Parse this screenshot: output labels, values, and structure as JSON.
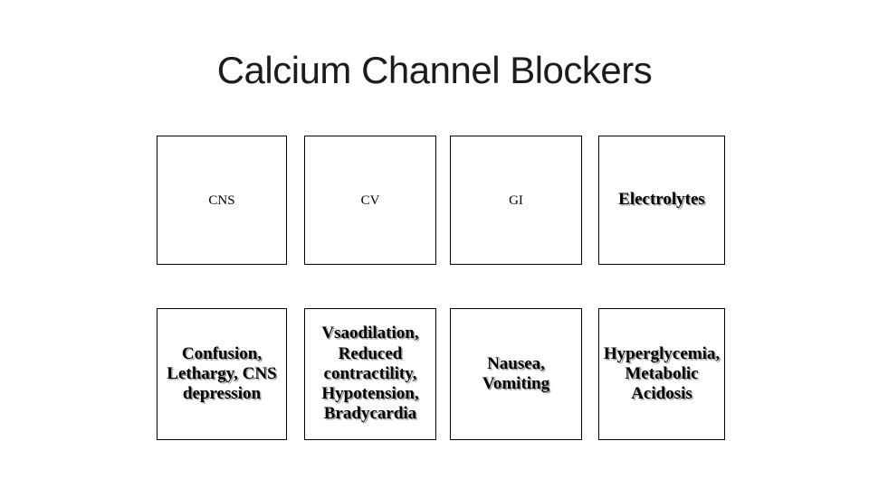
{
  "slide": {
    "title": "Calcium Channel Blockers",
    "grid": {
      "headers": [
        {
          "label": "CNS"
        },
        {
          "label": "CV"
        },
        {
          "label": "GI"
        },
        {
          "label": "Electrolytes"
        }
      ],
      "details": [
        {
          "text": "Confusion, Lethargy, CNS depression"
        },
        {
          "text": "Vsaodilation, Reduced contractility, Hypotension, Bradycardia"
        },
        {
          "text": "Nausea, Vomiting"
        },
        {
          "text": "Hyperglycemia, Metabolic Acidosis"
        }
      ]
    },
    "colors": {
      "background": "#ffffff",
      "title_text": "#1c1c1c",
      "box_border": "#000000",
      "box_text": "#000000",
      "text_shadow": "#9e9e9e"
    }
  }
}
